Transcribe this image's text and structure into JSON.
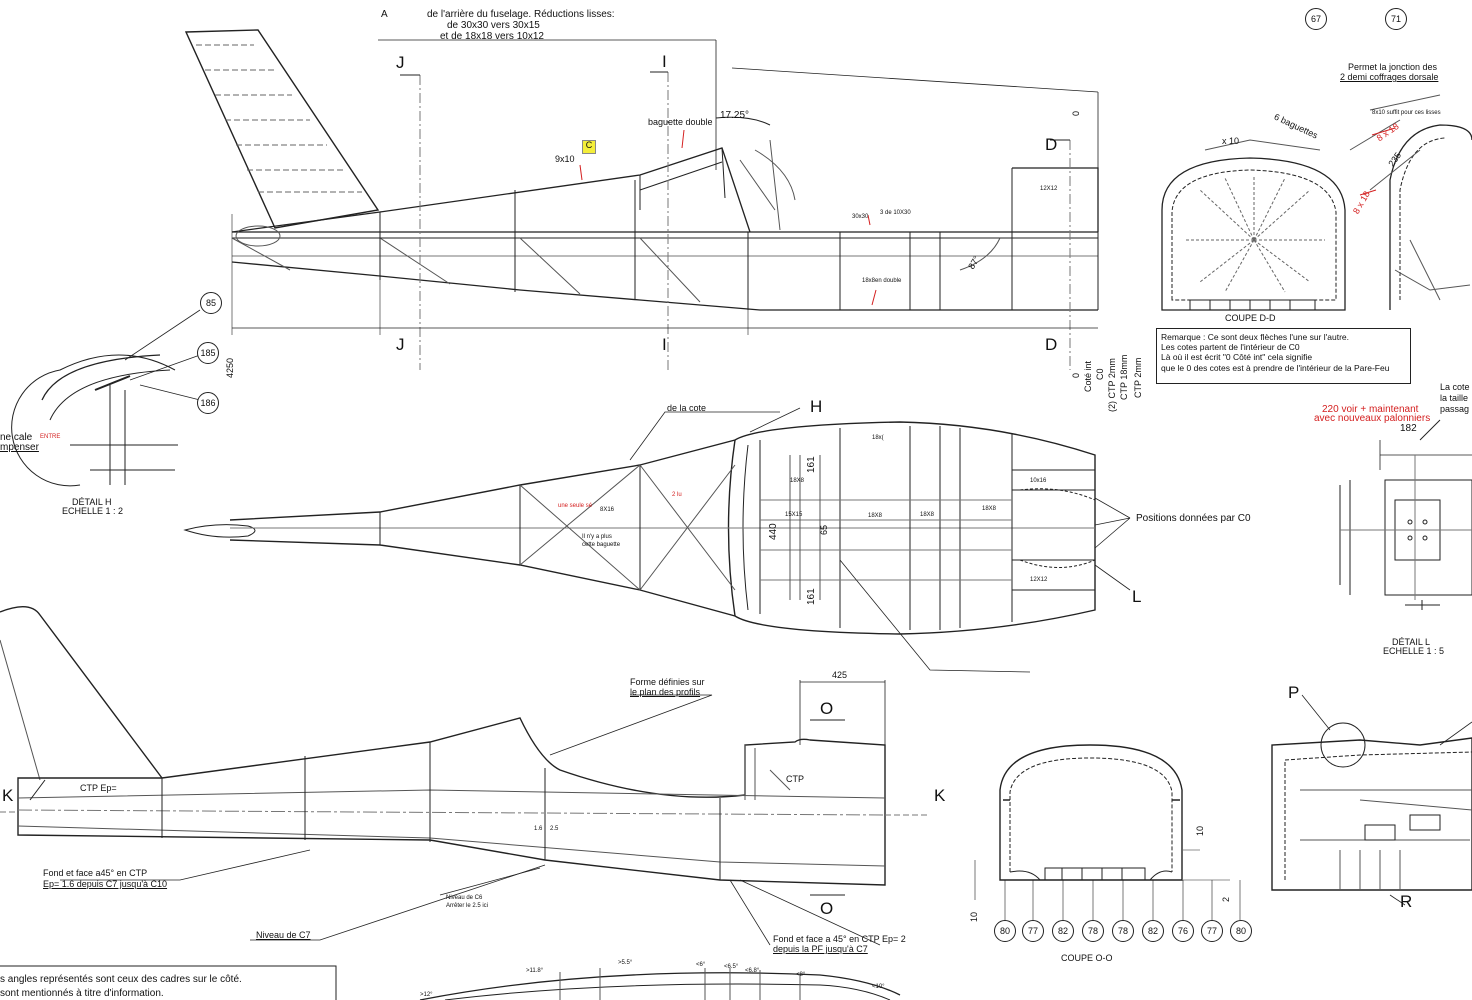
{
  "top_note": {
    "marker": "A",
    "line1": "de l'arrière du fuselage. Réductions lisses:",
    "line2": "de 30x30 vers 30x15",
    "line3": "et de 18x18 vers 10x12"
  },
  "side_view": {
    "section_j": "J",
    "section_i": "I",
    "section_d": "D",
    "baguette_double": "baguette double",
    "angle_17": "17.25°",
    "dim_9x10": "9x10",
    "flag": "C",
    "dim_4250": "4250",
    "angle_87": "87°",
    "dim_12x12": "12X12",
    "dim_30x30": "30x30",
    "dim_3de10x30": "3 de 10X30",
    "lisse_double": "18x8en double",
    "zero": "0",
    "ref_labels": [
      "0",
      "Coté int",
      "C0",
      "(2) CTP 2mm",
      "CTP 18mm",
      "CTP 2mm"
    ]
  },
  "remarque": {
    "l1": "Remarque : Ce sont deux flèches l'une sur l'autre.",
    "l2": "Les cotes partent de l'intérieur de C0",
    "l3": "Là où il est écrit \"0 Côté int\" cela signifie",
    "l4": "que le 0 des cotes est à prendre de l'intérieur de la Pare-Feu"
  },
  "coupe_dd": {
    "title": "COUPE D-D",
    "x10": "x 10",
    "baguettes": "6 baguettes"
  },
  "top_right": {
    "b67": "67",
    "b71": "71",
    "l1": "Permet la jonction des",
    "l2": "2 demi coffrages dorsale",
    "d8x18a": "8 x 18",
    "d235": "235",
    "d8x18b": "8 x 18",
    "small": "8x10 suffit pour ces lisses"
  },
  "detail_h": {
    "b85": "85",
    "b185": "185",
    "b186": "186",
    "cale1": "ne cale",
    "cale2": "mpenser",
    "cale_red": "ENTRE",
    "title": "DÉTAIL H",
    "scale": "ECHELLE 1 : 2"
  },
  "top_view": {
    "h": "H",
    "de_la_cote": "de la cote",
    "d161a": "161",
    "d161b": "161",
    "d440": "440",
    "d65": "65",
    "d18x": "18x(",
    "d18x8": "18X8",
    "d15x15": "15X15",
    "d18x8b": "18X8",
    "d18x8c": "18X8",
    "d18x8d": "18X8",
    "d8x16": "8X16",
    "d10x16": "10x16",
    "d12x12": "12X12",
    "r_seule": "une seule sé",
    "r_nya1": "Il n'y a plus",
    "r_nya2": "cette baguette",
    "r_2lu": "2 lu",
    "positions": "Positions données par C0",
    "l": "L"
  },
  "detail_l": {
    "red1": "220 voir + maintenant",
    "red2": "avec nouveaux palonniers",
    "d182": "182",
    "cote1": "La cote",
    "cote2": "la taille",
    "cote3": "passag",
    "title": "DÉTAIL L",
    "scale": "ECHELLE 1 : 5"
  },
  "bottom_view": {
    "forme1": "Forme définies sur",
    "forme2": "le plan des profils",
    "d425": "425",
    "o": "O",
    "ctp": "CTP",
    "ctp_ep": "CTP Ep=",
    "k": "K",
    "d16": "1.6",
    "d25": "2.5",
    "fond1a": "Fond  et face a45° en CTP",
    "fond1b": "Ep= 1.6 depuis C7 jusqu'à C10",
    "niveau_c6a": "Niveau de C6",
    "niveau_c6b": "Arrêter le 2.5 ici",
    "niveau_c7": "Niveau de C7",
    "fond2a": "Fond  et face a 45° en CTP Ep= 2",
    "fond2b": "depuis la PF jusqu'à C7",
    "ang1": ">11.8°",
    "ang2": ">5.5°",
    "ang3": "<6°",
    "ang4": "<6.5°",
    "ang5": "<6.8°",
    "ang6": "<8°",
    "ang7": "<10°",
    "ang8": ">12°"
  },
  "coupe_oo": {
    "title": "COUPE O-O",
    "d10a": "10",
    "d10b": "10",
    "d2": "2",
    "balloons": [
      "80",
      "77",
      "82",
      "78",
      "78",
      "82",
      "76",
      "77",
      "80"
    ]
  },
  "detail_p": {
    "p": "P",
    "r": "R"
  },
  "bottom_note": {
    "l1": "s angles représentés sont ceux des cadres sur le côté.",
    "l2": "sont mentionnés à titre d'information."
  }
}
